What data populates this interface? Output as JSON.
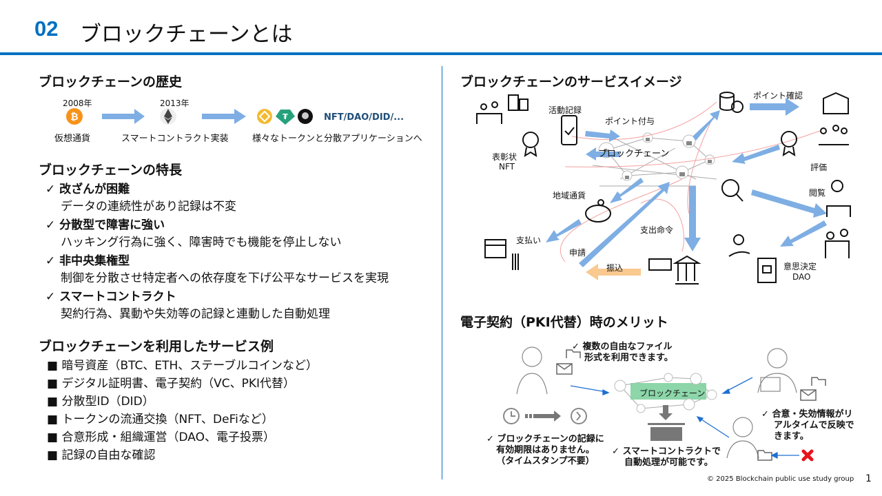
{
  "header": {
    "number": "02",
    "title": "ブロックチェーンとは"
  },
  "history": {
    "heading": "ブロックチェーンの歴史",
    "steps": [
      {
        "year": "2008年",
        "label": "仮想通貨",
        "icon": "bitcoin-icon"
      },
      {
        "year": "2013年",
        "label": "スマートコントラクト実装",
        "icon": "ethereum-icon"
      },
      {
        "year": "",
        "label": "様々なトークンと分散アプリケーションへ",
        "icon": "token-icons"
      }
    ],
    "tokens_text": "NFT/DAO/DID/...",
    "colors": {
      "bitcoin": "#f7931a",
      "bnb": "#f3ba2f",
      "tether": "#26a17b",
      "nft": "#1f4e79"
    }
  },
  "features": {
    "heading": "ブロックチェーンの特長",
    "check": "✓",
    "items": [
      {
        "title": "改ざんが困難",
        "desc": "データの連続性があり記録は不変"
      },
      {
        "title": "分散型で障害に強い",
        "desc": "ハッキング行為に強く、障害時でも機能を停止しない"
      },
      {
        "title": "非中央集権型",
        "desc": "制御を分散させ特定者への依存度を下げ公平なサービスを実現"
      },
      {
        "title": "スマートコントラクト",
        "desc": "契約行為、異動や失効等の記録と連動した自動処理"
      }
    ]
  },
  "services": {
    "heading": "ブロックチェーンを利用したサービス例",
    "bullet": "■",
    "items": [
      "暗号資産（BTC、ETH、ステーブルコインなど）",
      "デジタル証明書、電子契約（VC、PKI代替）",
      "分散型ID（DID）",
      "トークンの流通交換（NFT、DeFiなど）",
      "合意形成・組織運営（DAO、電子投票）",
      "記録の自由な確認"
    ]
  },
  "service_image": {
    "heading": "ブロックチェーンのサービスイメージ",
    "center": "ブロックチェーン",
    "labels": {
      "activity": "活動記録",
      "point_grant": "ポイント付与",
      "point_check": "ポイント確認",
      "award_line1": "表彰状",
      "award_line2": "NFT",
      "evaluation": "評価",
      "local_currency": "地域通貨",
      "browse": "閲覧",
      "payment": "支払い",
      "spending_order": "支出命令",
      "application": "申請",
      "transfer": "振込",
      "decision_line1": "意思決定",
      "decision_line2": "DAO"
    },
    "colors": {
      "arrow": "#7eaee3",
      "transfer_arrow": "#f9c98f",
      "flow_line": "#f4a0a0"
    }
  },
  "contract": {
    "heading": "電子契約（PKI代替）時のメリット",
    "center": "ブロックチェーン",
    "check": "✓",
    "notes": {
      "formats_line1": "複数の自由なファイル",
      "formats_line2": "形式を利用できます。",
      "realtime_line1": "合意・失効情報がリ",
      "realtime_line2": "アルタイムで反映で",
      "realtime_line3": "きます。",
      "expiry_line1": "ブロックチェーンの記録に",
      "expiry_line2": "有効期限はありません。",
      "expiry_line3": "（タイムスタンプ不要）",
      "smart_line1": "スマートコントラクトで",
      "smart_line2": "自動処理が可能です。"
    },
    "colors": {
      "chain_box": "#7fd1a0",
      "blue_arrow": "#1f6fd0",
      "reject": "#e8141c"
    }
  },
  "footer": {
    "copyright": "© 2025 Blockchain public use study group",
    "page": "1"
  }
}
